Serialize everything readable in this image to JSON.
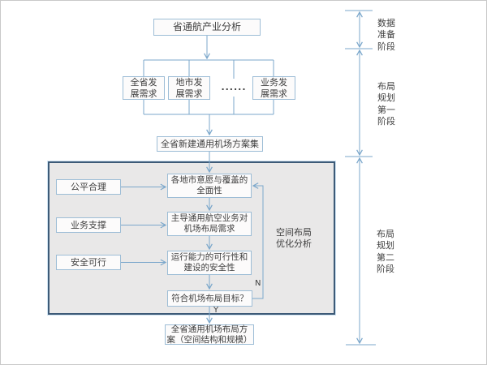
{
  "colors": {
    "connector": "#7ba7cb",
    "box_border": "#9dbdd6",
    "big_box_border": "#3d5a77",
    "big_box_fill": "#e9e8e8",
    "text": "#3f3f3f"
  },
  "nodes": {
    "top": "省通航产业分析",
    "needs": [
      "全省发\n展需求",
      "地市发\n展需求",
      "业务发\n展需求"
    ],
    "dots": "......",
    "scheme_set": "全省新建通用机场方案集",
    "criteria": [
      "公平合理",
      "业务支撑",
      "安全可行"
    ],
    "analysis": [
      "各地市意愿与覆盖的\n全面性",
      "主导通用航空业务对\n机场布局需求",
      "运行能力的可行性和\n建设的安全性"
    ],
    "decision": "符合机场布局目标？",
    "final": "全省通用机场布局方\n案（空间结构和规模）",
    "region_label": "空间布局\n优化分析",
    "branch_no": "N",
    "branch_yes": "Y"
  },
  "phases": [
    "数据\n准备\n阶段",
    "布局\n规划\n第一\n阶段",
    "布局\n规划\n第二\n阶段"
  ]
}
